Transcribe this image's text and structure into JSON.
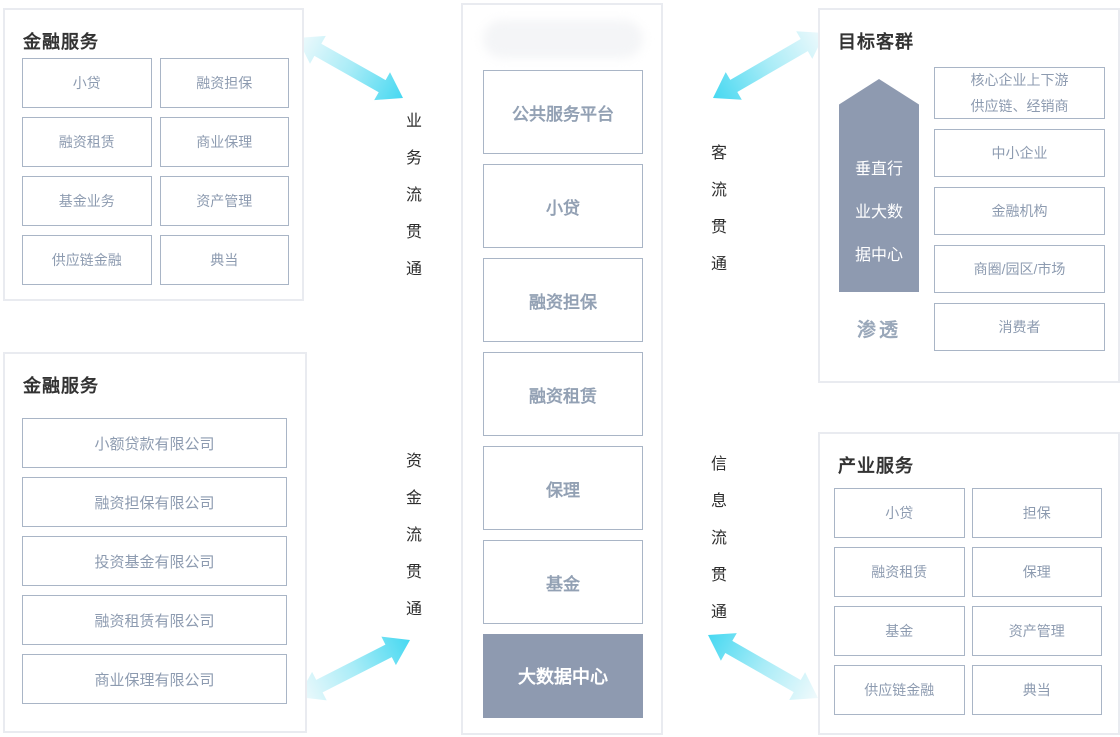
{
  "diagram": {
    "financial_services_grid": {
      "title": "金融服务",
      "items": [
        "小贷",
        "融资担保",
        "融资租赁",
        "商业保理",
        "基金业务",
        "资产管理",
        "供应链金融",
        "典当"
      ]
    },
    "financial_companies": {
      "title": "金融服务",
      "items": [
        "小额贷款有限公司",
        "融资担保有限公司",
        "投资基金有限公司",
        "融资租赁有限公司",
        "商业保理有限公司"
      ]
    },
    "central_platform": {
      "boxes": [
        "公共服务平台",
        "小贷",
        "融资担保",
        "融资租赁",
        "保理",
        "基金"
      ],
      "data_center": "大数据中心"
    },
    "target_customers": {
      "title": "目标客群",
      "vertical_arrow_label": "垂直行业大数据中心",
      "penetration_label": "渗透",
      "items": [
        "核心企业上下游\n供应链、经销商",
        "中小企业",
        "金融机构",
        "商圈/园区/市场",
        "消费者"
      ]
    },
    "industry_services": {
      "title": "产业服务",
      "items": [
        "小贷",
        "担保",
        "融资租赁",
        "保理",
        "基金",
        "资产管理",
        "供应链金融",
        "典当"
      ]
    },
    "flow_labels": {
      "business": "业务流贯通",
      "capital": "资金流贯通",
      "customer": "客流贯通",
      "information": "信息流贯通"
    }
  },
  "colors": {
    "accent_gray_blue": "#8e9ab0",
    "box_border": "#a9b5c6",
    "box_text": "#8d9bb0",
    "panel_border": "#e9ebf0",
    "heading_text": "#333333",
    "flow_text": "#2d2d2d",
    "arrow_cyan": "#46d8f1",
    "arrow_light": "#eff9fb",
    "data_center_text": "#ffffff"
  }
}
